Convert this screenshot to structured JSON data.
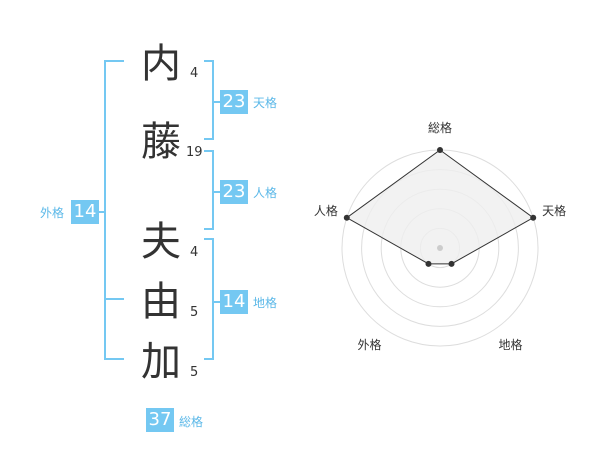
{
  "name": {
    "chars": [
      {
        "char": "内",
        "strokes": "4"
      },
      {
        "char": "藤",
        "strokes": "19"
      },
      {
        "char": "夫",
        "strokes": "4"
      },
      {
        "char": "由",
        "strokes": "5"
      },
      {
        "char": "加",
        "strokes": "5"
      }
    ]
  },
  "fortune": {
    "tenkaku": {
      "value": "23",
      "label": "天格"
    },
    "jinkaku": {
      "value": "23",
      "label": "人格"
    },
    "chikaku": {
      "value": "14",
      "label": "地格"
    },
    "gaikaku": {
      "value": "14",
      "label": "外格"
    },
    "soukaku": {
      "value": "37",
      "label": "総格"
    }
  },
  "chart_data": {
    "type": "radar",
    "axes": [
      "総格",
      "天格",
      "地格",
      "外格",
      "人格"
    ],
    "values": [
      5,
      5,
      1,
      1,
      5
    ],
    "max": 5,
    "rings": 5,
    "colors": {
      "fill": "#efefef",
      "line": "#333333",
      "grid": "#dddddd",
      "point": "#333333"
    }
  },
  "colors": {
    "accent": "#74c8f2",
    "label": "#5bb8e8",
    "text": "#333333"
  }
}
